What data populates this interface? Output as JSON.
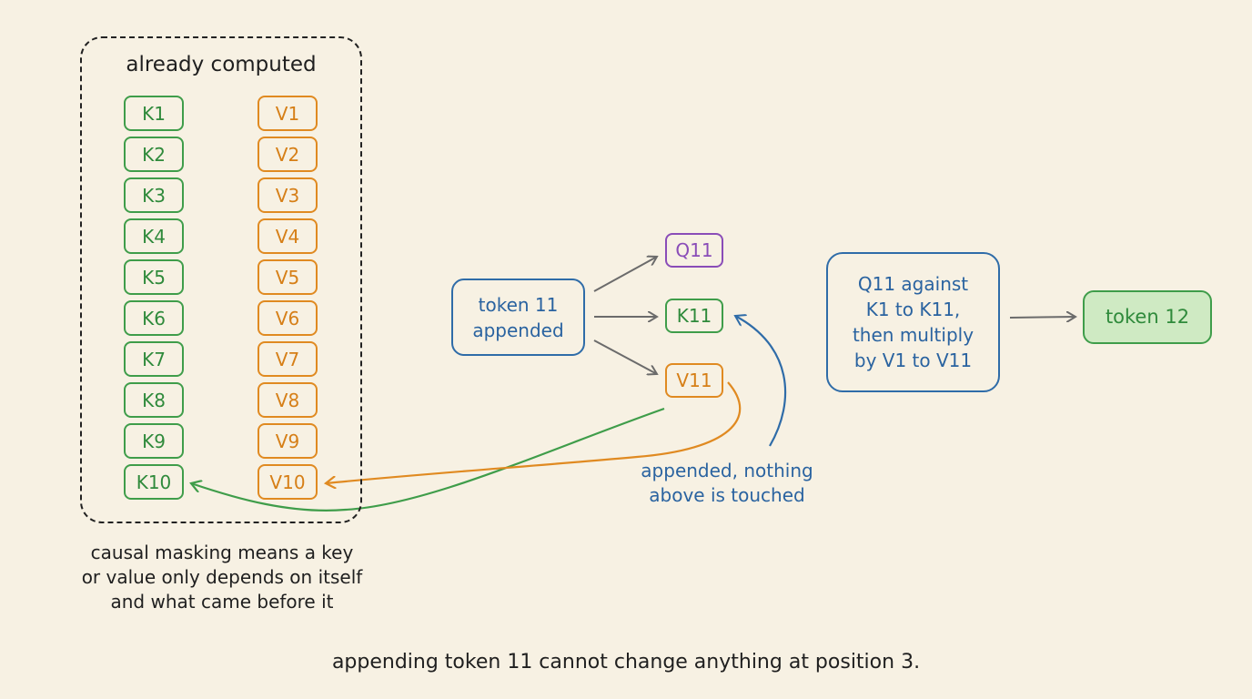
{
  "diagram": {
    "cache": {
      "title": "already computed",
      "keys": [
        "K1",
        "K2",
        "K3",
        "K4",
        "K5",
        "K6",
        "K7",
        "K8",
        "K9",
        "K10"
      ],
      "values": [
        "V1",
        "V2",
        "V3",
        "V4",
        "V5",
        "V6",
        "V7",
        "V8",
        "V9",
        "V10"
      ]
    },
    "token_in": "token 11\nappended",
    "new_query": "Q11",
    "new_key": "K11",
    "new_value": "V11",
    "attention": "Q11 against\nK1 to K11,\nthen multiply\nby V1 to V11",
    "token_out": "token 12",
    "append_note": "appended, nothing\nabove is touched",
    "mask_note": "causal masking means a key\nor value only depends on itself\nand what came before it",
    "caption": "appending token 11 cannot change anything at position 3.",
    "colors": {
      "key": "#3f9d4a",
      "value": "#e08a21",
      "query": "#8a4db8",
      "token": "#2f6ca8",
      "arrow": "#6b6b6b",
      "output_fill": "#cfeac3",
      "background": "#f7f1e3"
    }
  }
}
